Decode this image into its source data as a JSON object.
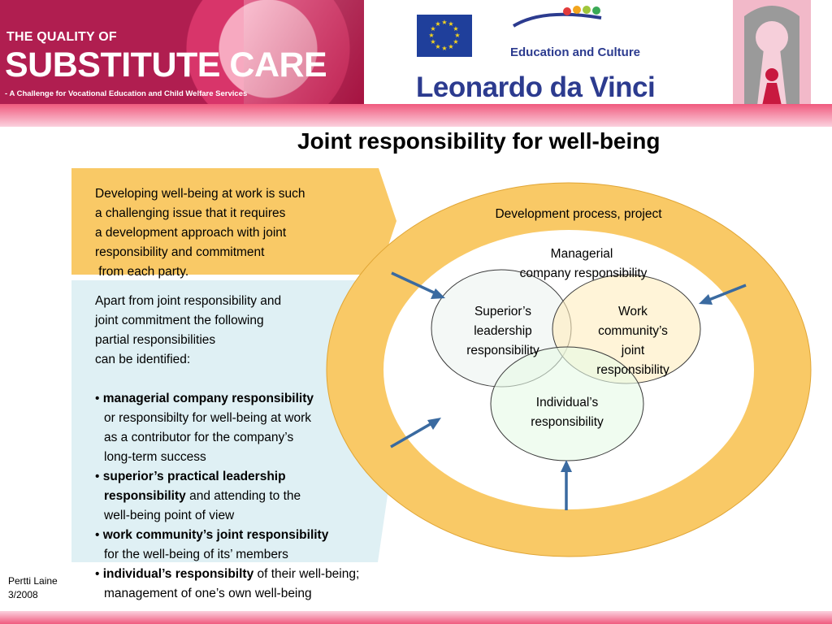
{
  "header": {
    "brand_line1": "THE QUALITY OF",
    "brand_line2": "SUBSTITUTE CARE",
    "brand_line3": "- A Challenge for Vocational Education and Child Welfare Services",
    "program_text": "Education and Culture",
    "program_name": "Leonardo da Vinci",
    "icons": [
      "eu-flag-icon",
      "education-culture-logo-icon",
      "keyhole-figure-icon"
    ]
  },
  "title": "Joint responsibility for well-being",
  "intro_lines": [
    "Developing well-being at work is such",
    "a challenging issue that it requires",
    "a development approach with joint",
    "responsibility and commitment",
    " from each party."
  ],
  "body": {
    "lines": [
      "Apart from joint responsibility and",
      "joint commitment the following",
      "partial responsibilities",
      "can be identified:"
    ],
    "bullets": [
      {
        "bold_1": "managerial company responsibility",
        "rest_1": "",
        "lines": [
          "or responsibilty for well-being at work",
          "as a contributor for the company’s",
          "long-term success"
        ]
      },
      {
        "bold_1": "superior’s practical leadership",
        "bold_2": "responsibility",
        "rest_2": " and attending to the",
        "lines": [
          "well-being point of view"
        ]
      },
      {
        "bold_1": "work community’s joint responsibility",
        "lines": [
          "for the well-being of its’ members"
        ]
      },
      {
        "bold_1": "individual’s responsibilty",
        "rest_1": " of their well-being;",
        "lines": [
          "management of one’s own well-being"
        ]
      }
    ]
  },
  "diagram": {
    "outer_label": "Development process, project",
    "inner_label_1": "Managerial",
    "inner_label_2": "company responsibility",
    "circle_superior": [
      "Superior’s",
      "leadership",
      "responsibility"
    ],
    "circle_work": [
      "Work",
      "community’s",
      "joint",
      "responsibility"
    ],
    "circle_individual": [
      "Individual’s",
      "responsibility"
    ],
    "colors": {
      "ring": "#f9c966",
      "arrow": "#3a6aa0",
      "intro_panel": "#f9c966",
      "body_panel": "#dff0f4"
    }
  },
  "footer": {
    "author": "Pertti Laine",
    "date": "3/2008"
  }
}
